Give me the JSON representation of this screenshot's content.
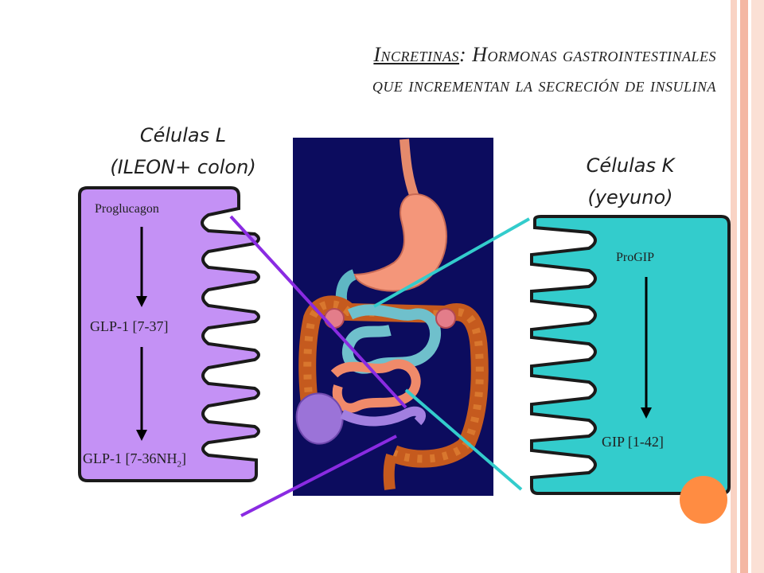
{
  "title": {
    "part1": "Incretinas",
    "part2": ": Hormonas gastrointestinales",
    "line2": "que incrementan la secreción de insulina"
  },
  "left": {
    "name": "Células L",
    "location": "(ILEON+ colon)",
    "precursor": "Proglucagon",
    "product1": "GLP-1 [7-37]",
    "product2_main": "GLP-1 [7-36NH",
    "product2_sub": "2",
    "product2_end": "]"
  },
  "right": {
    "name": "Células K",
    "location": "(yeyuno)",
    "precursor": "ProGIP",
    "product": "GIP [1-42]"
  },
  "colors": {
    "l_cell": "#c491f5",
    "k_cell": "#33cccc",
    "purple_line": "#8a2be2",
    "teal_line": "#33cccc",
    "background_panel": "#0c0c5e",
    "accent_circle": "#ff8c42",
    "stripe": "#f7c7b8"
  },
  "icons": [
    "digestive-system-illustration"
  ]
}
